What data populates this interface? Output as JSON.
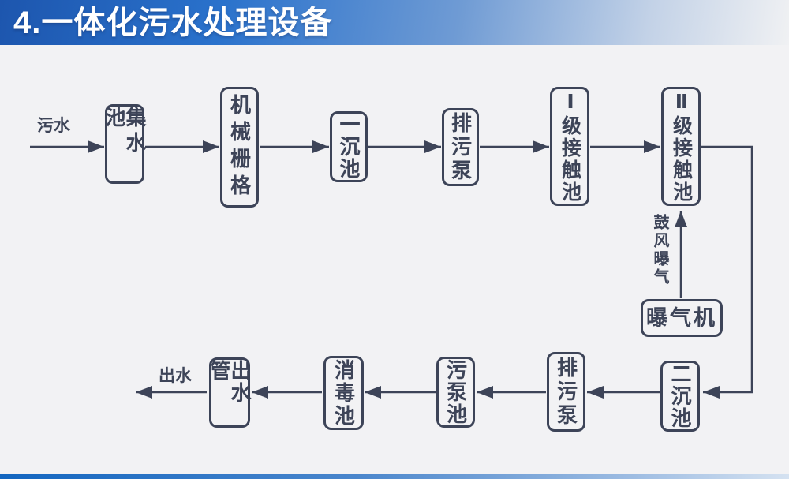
{
  "header": {
    "title": "4.一体化污水处理设备"
  },
  "diagram": {
    "inflow_label": "污水",
    "outflow_label": "出水",
    "aeration_label": "鼓风曝气",
    "nodes": {
      "collection_tank": "集水池",
      "mechanical_grid": "机械栅格",
      "primary_sedimentation_tank": "一沉池",
      "sewage_pump_upper": "排污泵",
      "stage1_contact_tank": "Ⅰ级接触池",
      "stage2_contact_tank": "Ⅱ级接触池",
      "aerator": "曝气机",
      "secondary_sedimentation_tank": "二沉池",
      "sewage_pump_lower": "排污泵",
      "sludge_pump_tank": "污泵池",
      "disinfection_tank": "消毒池",
      "outlet_pipe": "出水管"
    },
    "flow_order": [
      "污水 → 集水池 → 机械栅格 → 一沉池 → 排污泵 → Ⅰ级接触池 → Ⅱ级接触池 → 二沉池 → 排污泵 → 污泵池 → 消毒池 → 出水管 → 出水",
      "曝气机 →(鼓风曝气)→ Ⅱ级接触池"
    ],
    "colors": {
      "line": "#3d4458",
      "background": "#f2f2f4",
      "header_gradient_start": "#1d56ae",
      "header_gradient_end": "#f0f1f3",
      "footer_gradient_start": "#1366c0",
      "footer_gradient_end": "#d5e2f1",
      "title_text": "#ffffff"
    }
  }
}
